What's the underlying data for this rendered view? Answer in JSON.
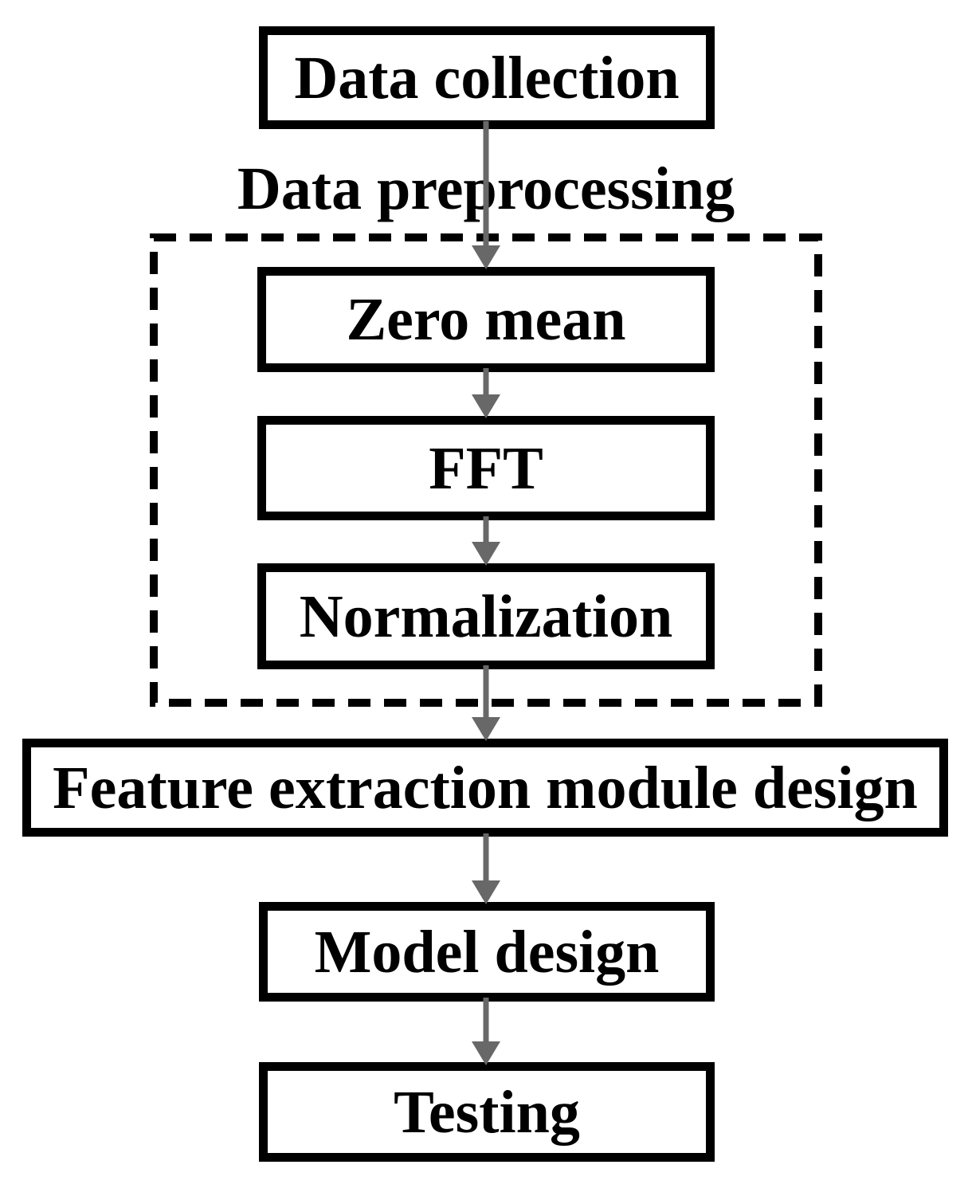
{
  "figure": {
    "type": "flowchart",
    "background": "#ffffff",
    "colors": {
      "box_border": "#000000",
      "text": "#000000",
      "arrow": "#686868",
      "group_border": "#000000"
    },
    "nodes": {
      "data_collection": "Data collection",
      "zero_mean": "Zero mean",
      "fft": "FFT",
      "normalization": "Normalization",
      "feature_extraction": "Feature extraction module design",
      "model_design": "Model design",
      "testing": "Testing"
    },
    "group": {
      "label": "Data preprocessing",
      "border_style": "dashed",
      "children": [
        "zero_mean",
        "fft",
        "normalization"
      ]
    },
    "edges": [
      {
        "from": "data_collection",
        "to": "zero_mean"
      },
      {
        "from": "zero_mean",
        "to": "fft"
      },
      {
        "from": "fft",
        "to": "normalization"
      },
      {
        "from": "normalization",
        "to": "feature_extraction"
      },
      {
        "from": "feature_extraction",
        "to": "model_design"
      },
      {
        "from": "model_design",
        "to": "testing"
      }
    ]
  }
}
